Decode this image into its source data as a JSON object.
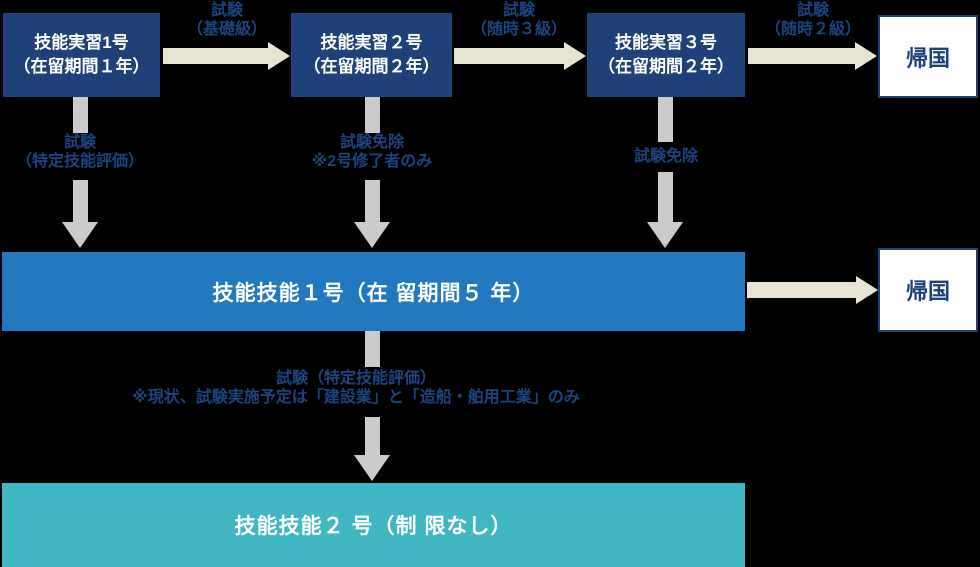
{
  "colors": {
    "bg": "#000000",
    "navy": "#1d4178",
    "blue": "#2379bf",
    "teal": "#42b7c4",
    "cream": "#e7e4d4",
    "gray": "#c9cbcd",
    "label": "#1b4480",
    "box_text": "#ffffff"
  },
  "top_boxes": [
    {
      "line1": "技能実習1号",
      "line2": "（在留期間１年）"
    },
    {
      "line1": "技能実習２号",
      "line2": "（在留期間２年）"
    },
    {
      "line1": "技能実習３号",
      "line2": "（在留期間２年）"
    }
  ],
  "top_arrow_labels": [
    {
      "line1": "試験",
      "line2": "（基礎級）"
    },
    {
      "line1": "試験",
      "line2": "（随時３級）"
    },
    {
      "line1": "試験",
      "line2": "（随時２級）"
    }
  ],
  "down_arrow_labels": [
    {
      "line1": "試験",
      "line2": "（特定技能評価）"
    },
    {
      "line1": "試験免除",
      "line2": "※2号修了者のみ"
    },
    {
      "line1": "試験免除"
    }
  ],
  "return_boxes": {
    "top": "帰国",
    "middle": "帰国"
  },
  "middle_box": {
    "label": "技能技能１号（在 留期間５ 年）"
  },
  "bottom_arrow_label": {
    "line1": "試験（特定技能評価）",
    "line2": "※現状、試験実施予定は「建設業」と「造船・舶用工業」のみ"
  },
  "bottom_box": {
    "label": "技能技能２ 号（制 限なし）"
  }
}
